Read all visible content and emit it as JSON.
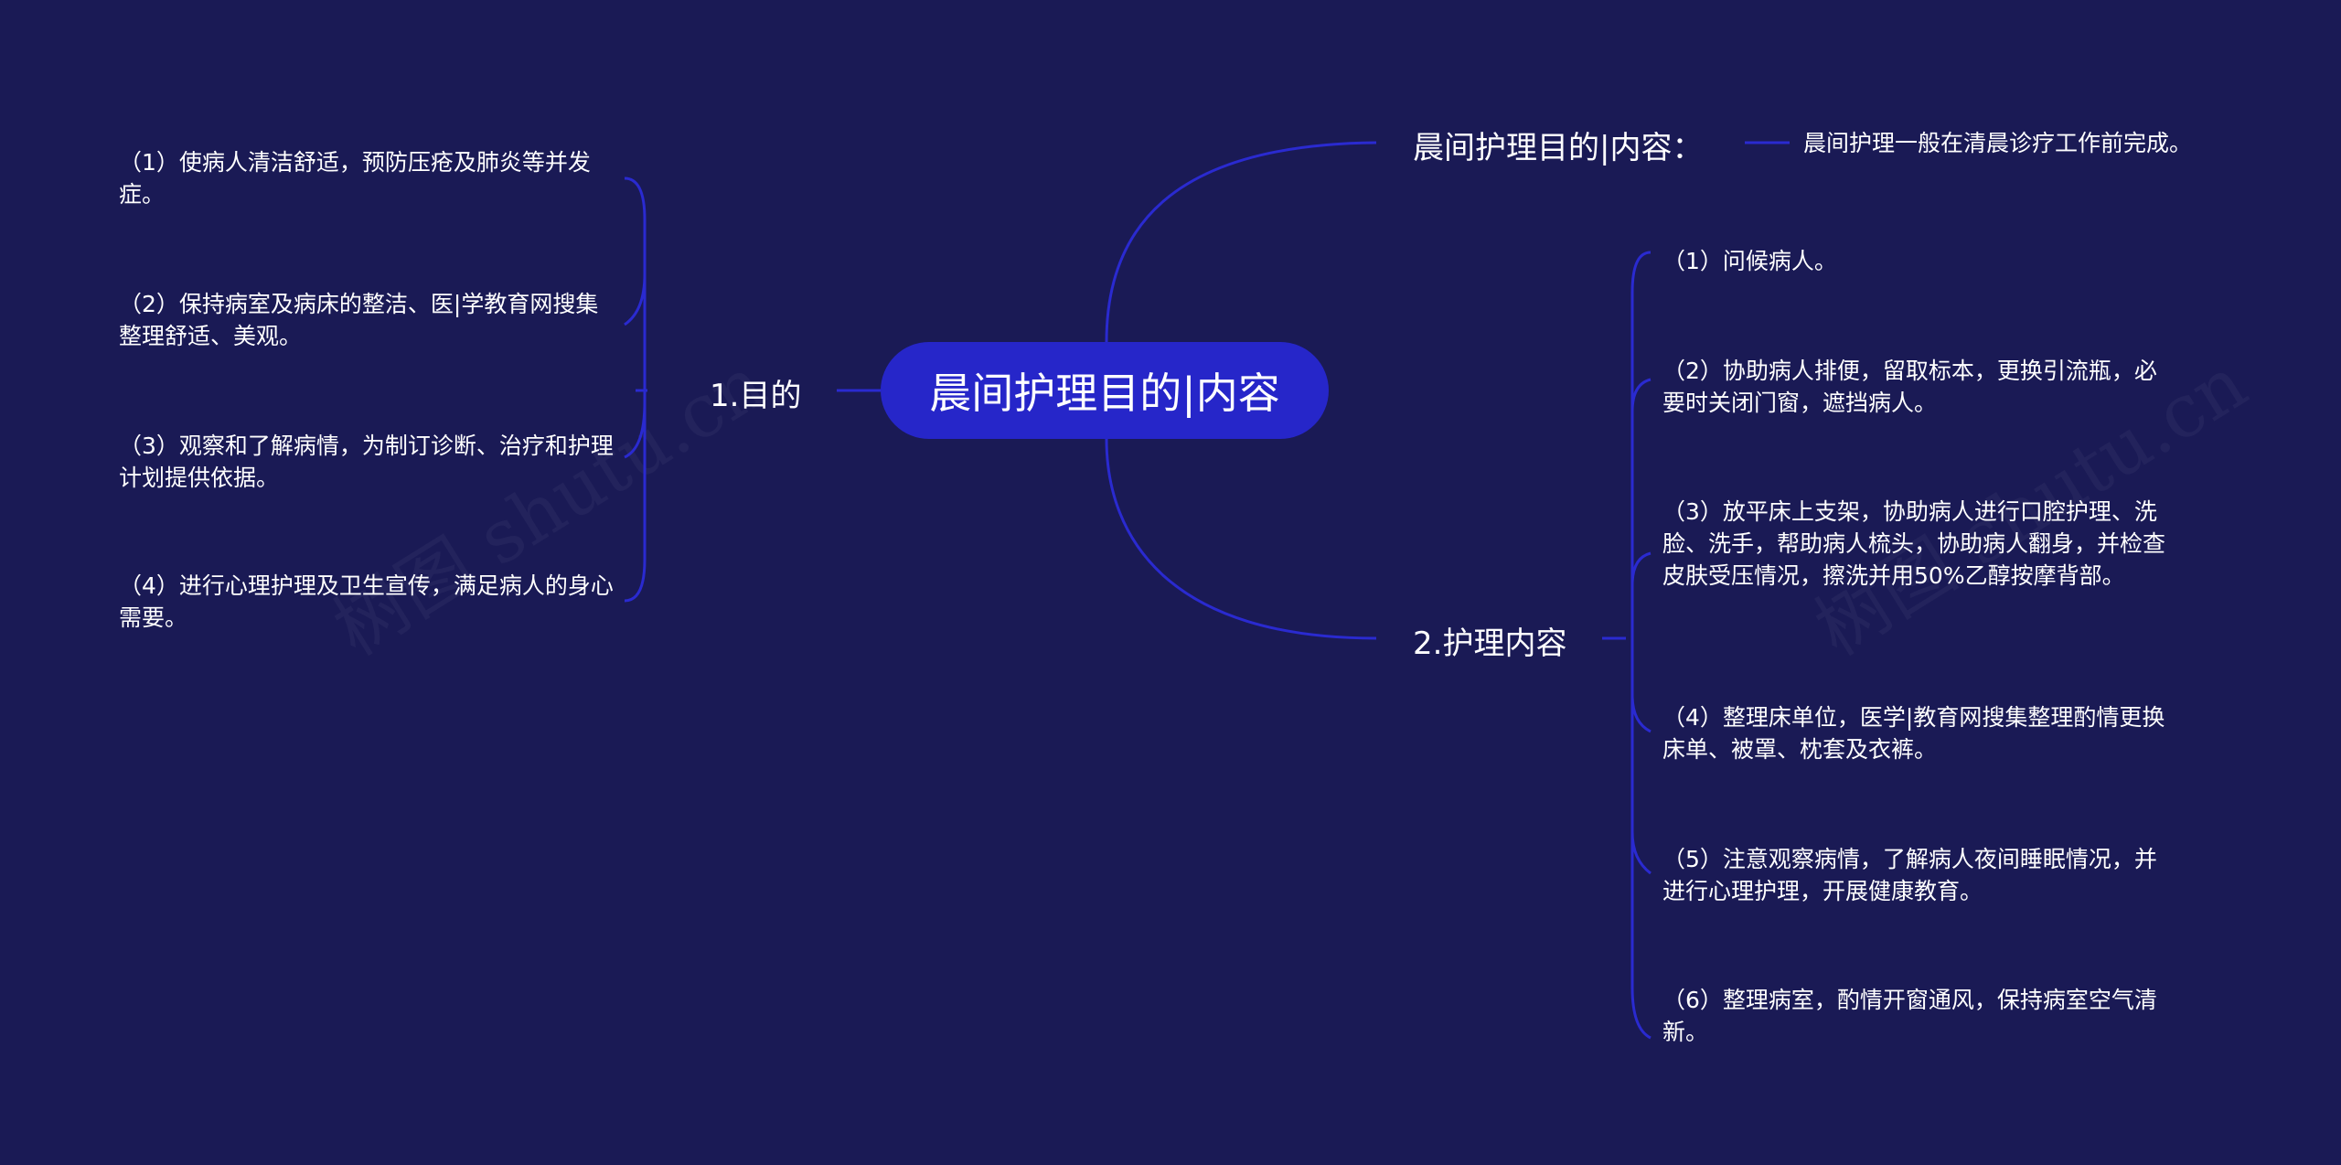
{
  "root": {
    "label": "晨间护理目的|内容"
  },
  "branches": {
    "purpose": {
      "label": "1.目的",
      "items": [
        "（1）使病人清洁舒适，预防压疮及肺炎等并发症。",
        "（2）保持病室及病床的整洁、医|学教育网搜集整理舒适、美观。",
        "（3）观察和了解病情，为制订诊断、治疗和护理计划提供依据。",
        "（4）进行心理护理及卫生宣传，满足病人的身心需要。"
      ]
    },
    "intro": {
      "label": "晨间护理目的|内容：",
      "items": [
        "晨间护理一般在清晨诊疗工作前完成。"
      ]
    },
    "content": {
      "label": "2.护理内容",
      "items": [
        "（1）问候病人。",
        "（2）协助病人排便，留取标本，更换引流瓶，必要时关闭门窗，遮挡病人。",
        "（3）放平床上支架，协助病人进行口腔护理、洗脸、洗手，帮助病人梳头，协助病人翻身，并检查皮肤受压情况，擦洗并用50%乙醇按摩背部。",
        "（4）整理床单位，医学|教育网搜集整理酌情更换床单、被罩、枕套及衣裤。",
        "（5）注意观察病情，了解病人夜间睡眠情况，并进行心理护理，开展健康教育。",
        "（6）整理病室，酌情开窗通风，保持病室空气清新。"
      ]
    }
  },
  "watermark": "树图 shutu.cn",
  "colors": {
    "background": "#1a1a55",
    "root_fill": "#2626c9",
    "connector": "#2a2ad0",
    "text": "#ffffff"
  }
}
